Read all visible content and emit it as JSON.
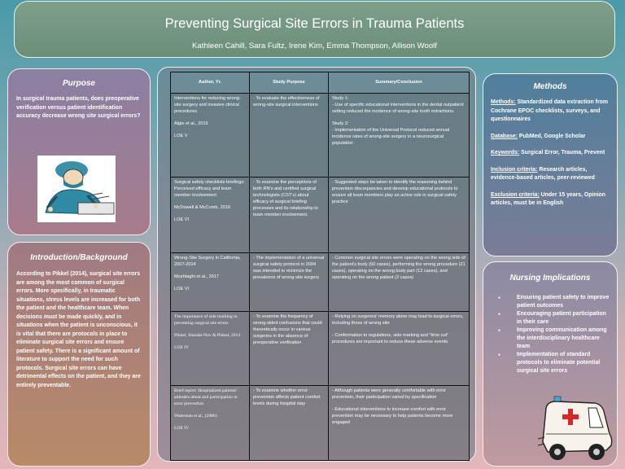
{
  "header": {
    "title": "Preventing Surgical Site Errors in Trauma Patients",
    "authors": "Kathleen Cahill, Sara Fultz, Irene Kim, Emma Thompson, Allison Woolf"
  },
  "purpose": {
    "heading": "Purpose",
    "text": "In surgical trauma patients, does preoperative verification versus patient identification accuracy decrease wrong site surgical errors?"
  },
  "intro": {
    "heading": "Introduction/Background",
    "text": "According to Pikkel (2014), surgical site errors are among the most common of surgical errors. More specifically, in traumatic situations, stress levels are increased for both the patient and the healthcare team. When decisions must be made quickly, and in situations when the patient is unconscious, it is vital that there are protocols in place to eliminate surgical site errors and ensure patient safety. There is a significant amount of literature to support the need for such protocols. Surgical site errors can have detrimental effects on the patient, and they are entirely preventable."
  },
  "table": {
    "headers": [
      "Author, Yr.",
      "Study Purpose",
      "Summary/Conclusion"
    ],
    "rows": [
      {
        "author": [
          "Interventions for reducing wrong-site surgery and invasive clinical procedures",
          "Algie et al., 2015",
          "LOE V"
        ],
        "purpose": "- To evaluate the effectiveness of wrong-site surgical interventions",
        "summary": [
          "Study 1:",
          "- Use of specific educational interventions in the dental outpatient setting reduced the incidence of wrong-site tooth extractions.",
          "Study 2:",
          "- Implementation of the Universal Protocol reduced annual incidence rates of wrong-site surgery in a neurosurgical population"
        ]
      },
      {
        "author": [
          "Surgical safety checklists briefings: Perceived efficacy and team member involvement",
          "McDowell & McComb, 2016",
          "LOE VI"
        ],
        "purpose": "- To examine the perceptions of both RN's and certified surgical technologists (CST's) about efficacy of surgical briefing processes and its relationship to team member involvement.",
        "summary": [
          "- Suggested steps be taken to identify the reasoning behind prevention discrepancies and develop educational protocols to ensure all team members play an active role in surgical safety practice"
        ]
      },
      {
        "author": [
          "Wrong-Site Surgery in California, 2007-2014",
          "Moshtaghi et al., 2017",
          "LOE VI"
        ],
        "purpose": "- The implementation of a universal surgical safety protocol in 2004 was intended to minimize the prevalence of wrong-site surgery",
        "summary": [
          "- Common surgical site errors were operating on the wrong side of the patient's body (60 cases), performing the wrong procedure (21 cases), operating on the wrong body part (12 cases), and operating on the wrong patient (2 cases)"
        ]
      },
      {
        "author": [
          "The importance of side marking in preventing surgical site errors",
          "Pikkel, Sharabi-Nov & Pikkel, 2014",
          "LOE IV"
        ],
        "purpose": "- To examine the frequency of wrong-sided confusions that could theoretically occur in various surgeries in the absence of preoperative verification",
        "summary": [
          "- Relying on surgeons' memory alone may lead to surgical errors, including those of wrong site",
          "- Conformation to regulations, side marking and \"time out\" procedures are important to reduce these adverse events."
        ]
      },
      {
        "author": [
          "Brief report: Hospitalized patients' attitudes about and participation in error prevention",
          "Waterman et al., (2006)",
          "LOE IV"
        ],
        "purpose": "- To examine whether error prevention affects patient comfort levels during hospital stay",
        "summary": [
          "- Although patients were generally comfortable with error prevention, their participation varied by specification",
          "- Educational interventions to increase comfort with error prevention may be necessary to help patients become more engaged"
        ]
      }
    ]
  },
  "methods": {
    "heading": "Methods",
    "items": [
      {
        "label": "Methods:",
        "text": " Standardized data extraction from Cochrane EPOC checklists, surveys, and questionnaires"
      },
      {
        "label": "Database:",
        "text": " PubMed, Google Scholar"
      },
      {
        "label": "Keywords:",
        "text": " Surgical Error, Trauma, Prevent"
      },
      {
        "label": "Inclusion criteria:",
        "text": " Research articles, evidence-based articles, peer-reviewed"
      },
      {
        "label": "Exclusion criteria:",
        "text": " Under 15 years, Opinion articles, must be in English"
      }
    ]
  },
  "nursing": {
    "heading": "Nursing Implications",
    "items": [
      "Ensuring patient safety to improve patient outcomes",
      "Encouraging patient participation in their care",
      "Improving communication among the interdisciplinary healthcare team",
      "Implementation of standard protocols to eliminate potential surgical site errors"
    ]
  }
}
